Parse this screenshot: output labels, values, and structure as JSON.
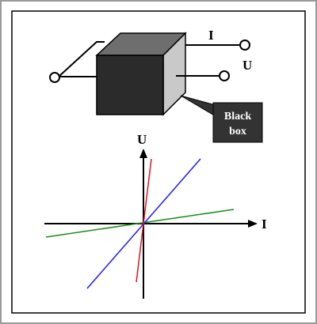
{
  "diagram": {
    "current_label": "I",
    "voltage_label": "U",
    "callout_label_line1": "Black",
    "callout_label_line2": "box",
    "graph_y_axis_label": "U",
    "graph_x_axis_label": "I"
  },
  "colors": {
    "frame_border": "#9a9a9a",
    "cube_front": "#2b2b2b",
    "cube_top": "#6e6e6e",
    "cube_side": "#c9c9c9",
    "callout_fill": "#333333",
    "callout_text": "#ffffff",
    "line_red": "#e0141e",
    "line_blue": "#1a1aff",
    "line_green": "#1a8c1a"
  },
  "graph_lines": [
    {
      "name": "steep",
      "color": "red"
    },
    {
      "name": "medium",
      "color": "blue"
    },
    {
      "name": "shallow",
      "color": "green"
    }
  ]
}
